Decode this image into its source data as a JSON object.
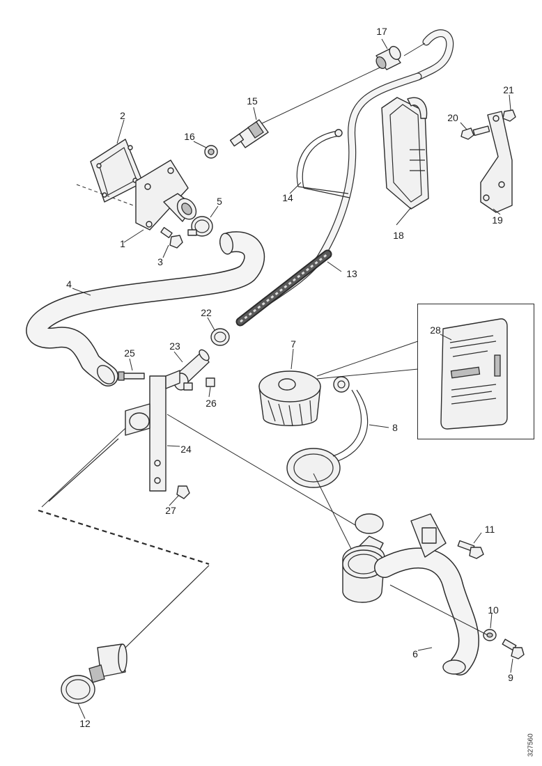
{
  "drawing_ref": "327560",
  "callouts": [
    {
      "id": "c1",
      "text": "1"
    },
    {
      "id": "c2",
      "text": "2"
    },
    {
      "id": "c3",
      "text": "3"
    },
    {
      "id": "c4",
      "text": "4"
    },
    {
      "id": "c5",
      "text": "5"
    },
    {
      "id": "c6",
      "text": "6"
    },
    {
      "id": "c7",
      "text": "7"
    },
    {
      "id": "c8",
      "text": "8"
    },
    {
      "id": "c9",
      "text": "9"
    },
    {
      "id": "c10",
      "text": "10"
    },
    {
      "id": "c11",
      "text": "11"
    },
    {
      "id": "c12",
      "text": "12"
    },
    {
      "id": "c13",
      "text": "13"
    },
    {
      "id": "c14",
      "text": "14"
    },
    {
      "id": "c15",
      "text": "15"
    },
    {
      "id": "c16",
      "text": "16"
    },
    {
      "id": "c17",
      "text": "17"
    },
    {
      "id": "c18",
      "text": "18"
    },
    {
      "id": "c19",
      "text": "19"
    },
    {
      "id": "c20",
      "text": "20"
    },
    {
      "id": "c21",
      "text": "21"
    },
    {
      "id": "c22",
      "text": "22"
    },
    {
      "id": "c23",
      "text": "23"
    },
    {
      "id": "c24",
      "text": "24"
    },
    {
      "id": "c25",
      "text": "25"
    },
    {
      "id": "c26",
      "text": "26"
    },
    {
      "id": "c27",
      "text": "27"
    },
    {
      "id": "c28",
      "text": "28"
    }
  ]
}
